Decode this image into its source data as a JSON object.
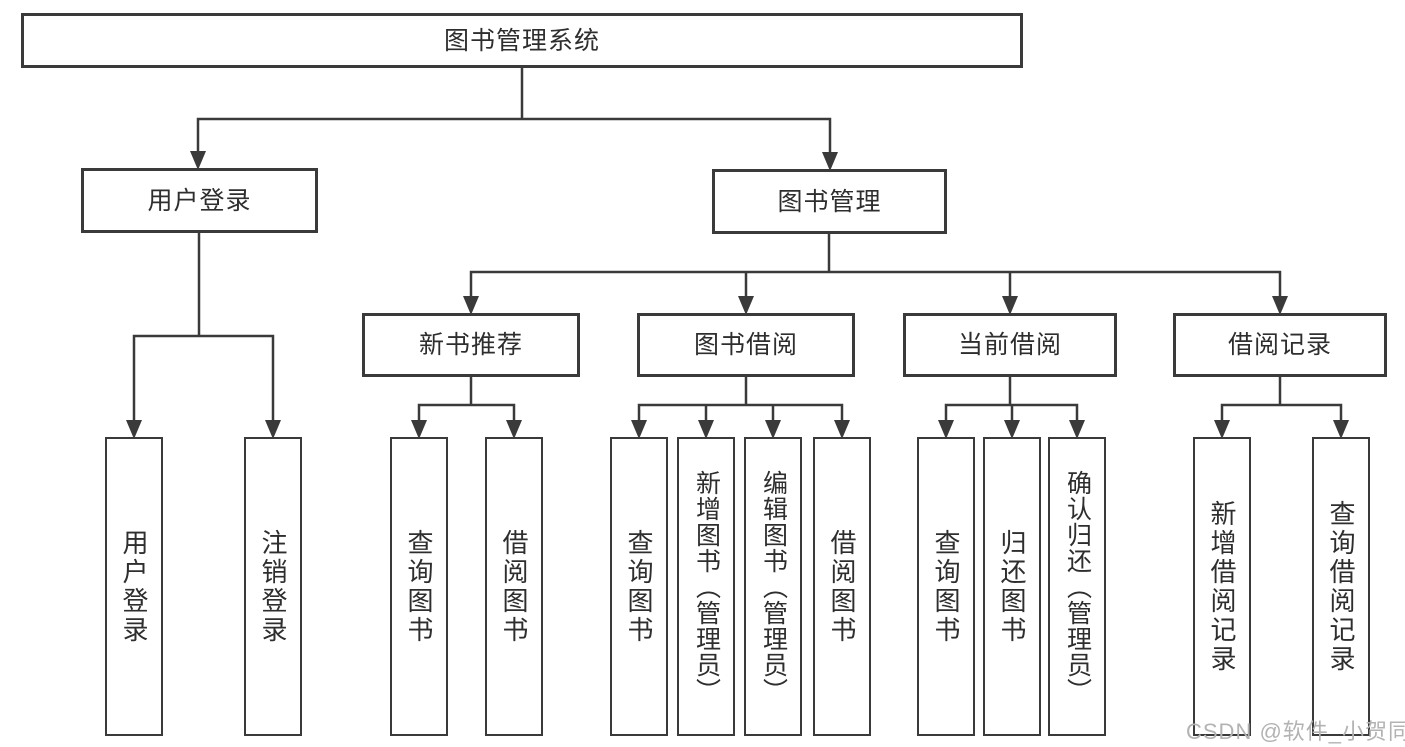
{
  "diagram_title": "图书管理系统",
  "hierarchy": {
    "root": "图书管理系统",
    "children": [
      {
        "label": "用户登录",
        "children": [
          "用户登录",
          "注销登录"
        ]
      },
      {
        "label": "图书管理",
        "children": [
          {
            "label": "新书推荐",
            "children": [
              "查询图书",
              "借阅图书"
            ]
          },
          {
            "label": "图书借阅",
            "children": [
              "查询图书",
              "新增图书（管理员）",
              "编辑图书（管理员）",
              "借阅图书"
            ]
          },
          {
            "label": "当前借阅",
            "children": [
              "查询图书",
              "归还图书",
              "确认归还（管理员）"
            ]
          },
          {
            "label": "借阅记录",
            "children": [
              "新增借阅记录",
              "查询借阅记录"
            ]
          }
        ]
      }
    ]
  },
  "watermark": {
    "text": "CSDN @软件_小贺同学"
  },
  "colors": {
    "line": "#3a3a3a",
    "box_border": "#3a3a3a",
    "text": "#2e2e2e",
    "background": "#ffffff",
    "watermark": "#b3b3b3"
  }
}
